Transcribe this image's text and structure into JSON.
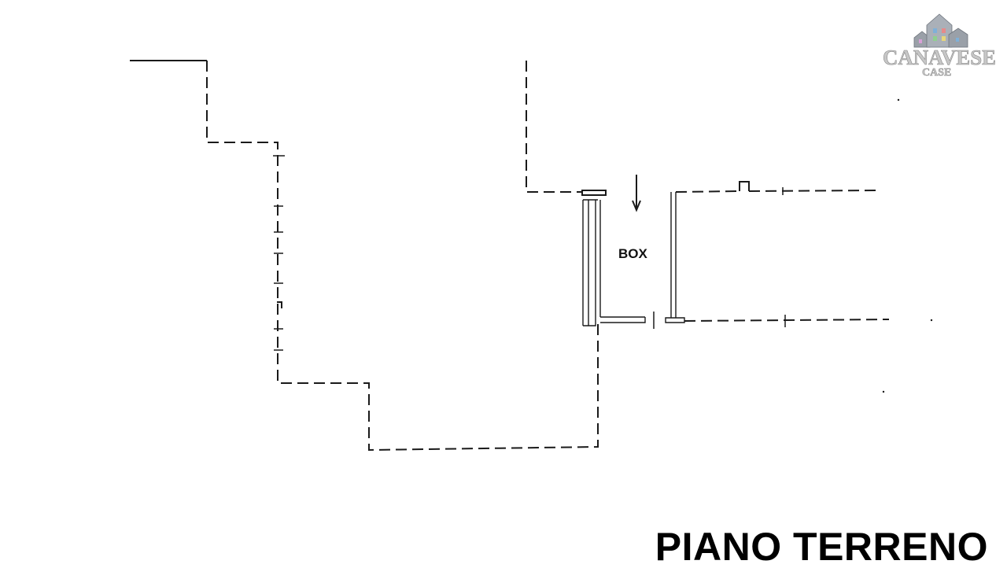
{
  "plan": {
    "room_label": "BOX",
    "floor_title": "PIANO TERRENO"
  },
  "logo": {
    "name": "CANAVESE",
    "sub": "CASE"
  },
  "colors": {
    "line": "#1a1a1a",
    "logo_fill": "#c7c7c7",
    "logo_house": "#9aa0a8"
  },
  "icons": [
    "houses-logo-icon",
    "down-arrow-icon"
  ]
}
